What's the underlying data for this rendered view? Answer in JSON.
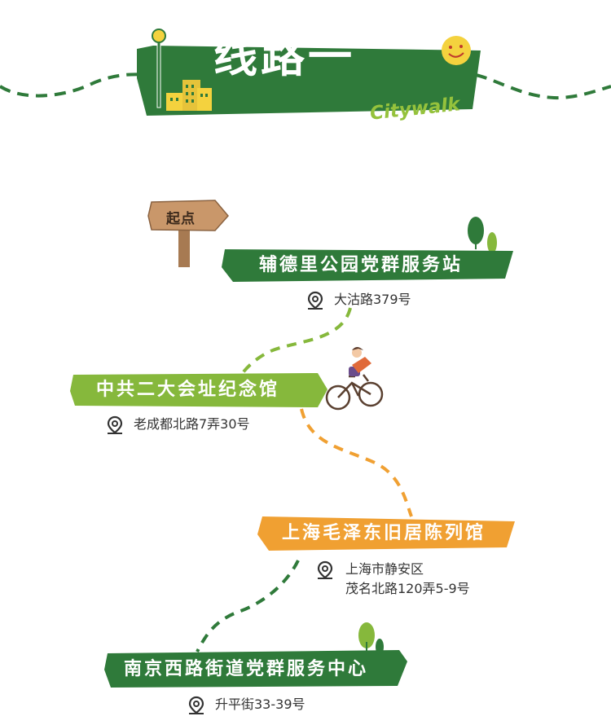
{
  "header": {
    "title": "线路一",
    "subtitle": "Citywalk"
  },
  "start_sign": {
    "label": "起点"
  },
  "stops": [
    {
      "name": "辅德里公园党群服务站",
      "address_lines": [
        "大沽路379号"
      ],
      "banner_color": "#2f7a3a"
    },
    {
      "name": "中共二大会址纪念馆",
      "address_lines": [
        "老成都北路7弄30号"
      ],
      "banner_color": "#86b83c"
    },
    {
      "name": "上海毛泽东旧居陈列馆",
      "address_lines": [
        "上海市静安区",
        "茂名北路120弄5-9号"
      ],
      "banner_color": "#f0a032"
    },
    {
      "name": "南京西路街道党群服务中心",
      "address_lines": [
        "升平街33-39号"
      ],
      "banner_color": "#2f7a3a"
    }
  ],
  "colors": {
    "dark_green": "#2f7a3a",
    "light_green": "#86b83c",
    "orange": "#f0a032",
    "sign_wood": "#c9976a",
    "sun_yellow": "#f4d23e"
  },
  "icons": [
    "location-pin-icon",
    "tree-icon",
    "cyclist-icon",
    "sun-smile-icon",
    "signpost-icon",
    "street-lamp-icon",
    "buildings-icon"
  ]
}
